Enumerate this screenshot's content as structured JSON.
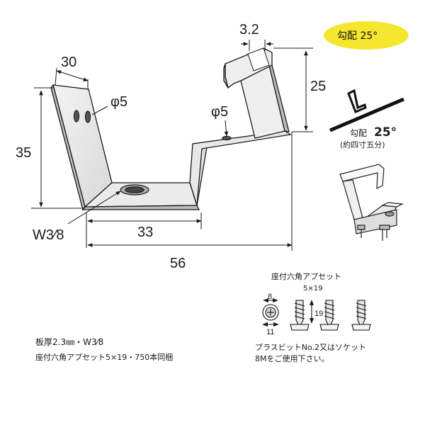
{
  "badge": {
    "label": "勾配 25°",
    "color": "#f5e62e"
  },
  "dimensions": {
    "top_width": "30",
    "height_left": "35",
    "hole_left": "φ5",
    "hole_right": "φ5",
    "thickness": "3.2",
    "height_right": "25",
    "inner_width": "33",
    "overall_width": "56",
    "bolt_size": "W3⁄8"
  },
  "slope_inset": {
    "label": "勾配",
    "angle": "25°",
    "note": "(約四寸五分)"
  },
  "screw_set": {
    "title": "座付六角アプセット",
    "size": "5×19",
    "head_dim": "8",
    "washer_dim": "11",
    "length_dim": "19",
    "notes": [
      "プラスビットNo.2又はソケット",
      "8Mをご使用下さい。"
    ]
  },
  "specs": {
    "line1": "板厚2.3㎜・W3⁄8",
    "line2": "座付六角アプセット5×19・750本同梱"
  }
}
